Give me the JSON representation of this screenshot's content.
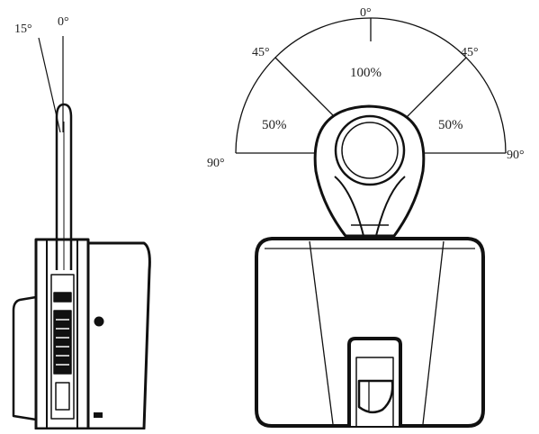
{
  "side_view": {
    "angle_a": "15°",
    "angle_b": "0°"
  },
  "front_view": {
    "top": "0°",
    "upper_left": "45°",
    "upper_right": "45°",
    "left": "90°",
    "right": "90°",
    "center_percent": "100%",
    "left_percent": "50%",
    "right_percent": "50%"
  }
}
